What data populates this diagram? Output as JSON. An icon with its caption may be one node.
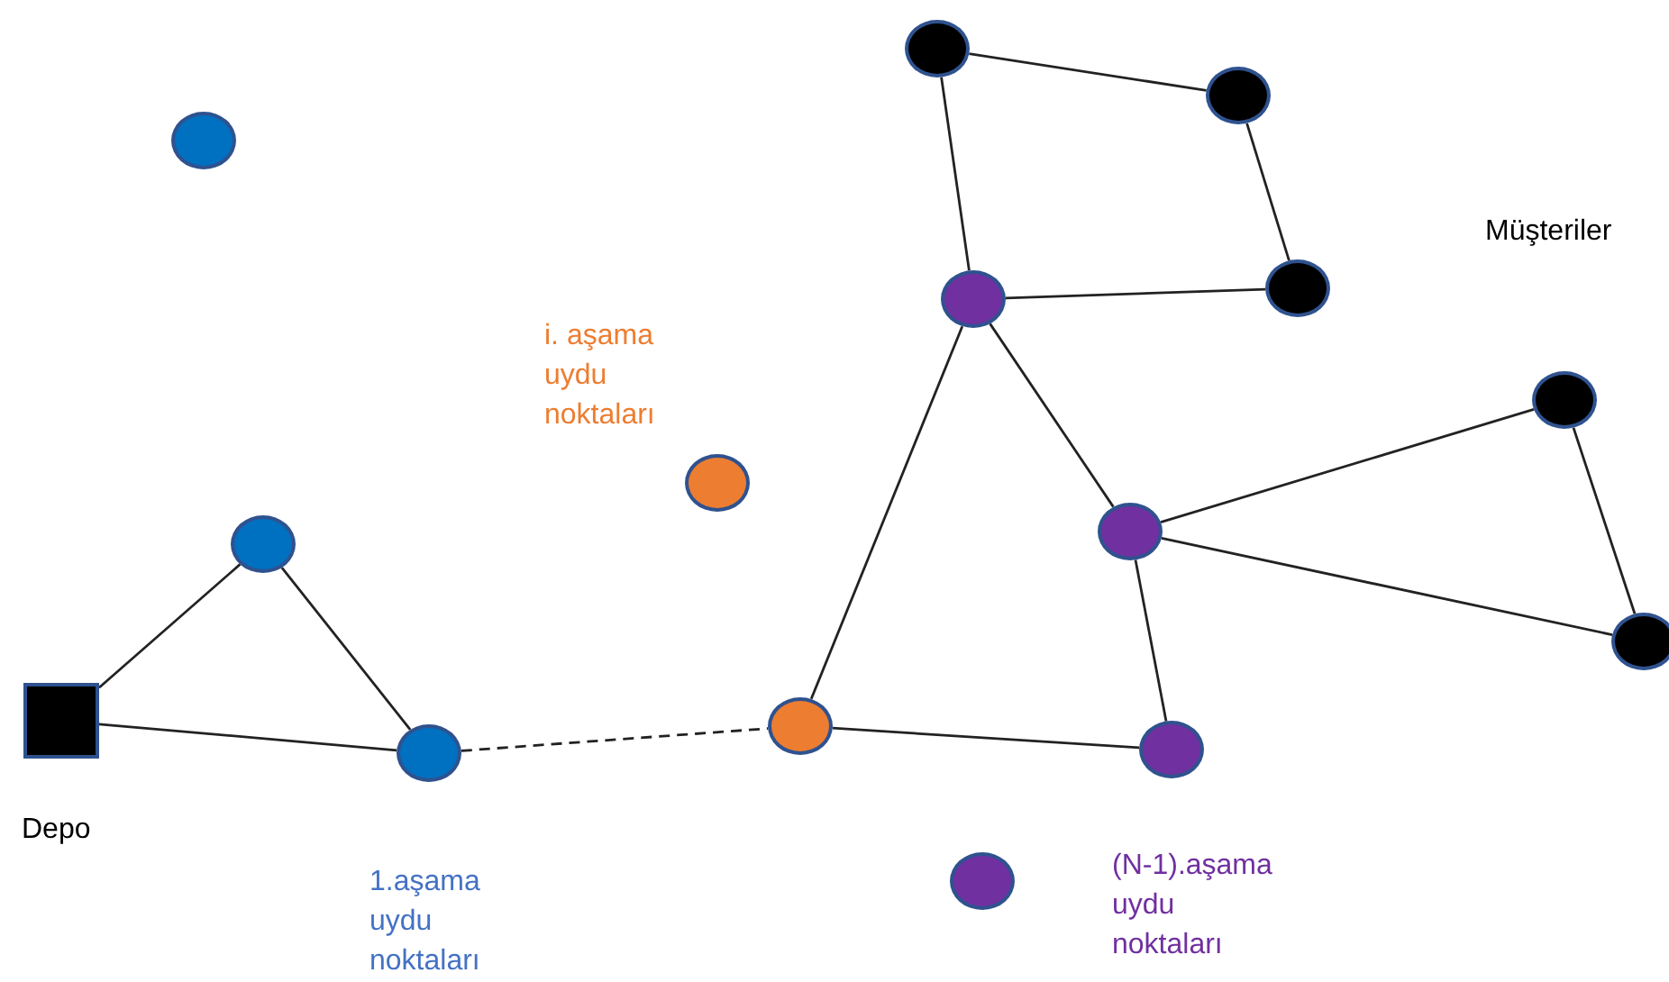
{
  "diagram": {
    "nodes": [
      {
        "text": [],
        "shape": "circle"
      },
      {
        "text": [],
        "shape": "circle"
      },
      {
        "text": [],
        "shape": "circle"
      },
      {
        "text": [],
        "shape": "circle"
      },
      {
        "text": [],
        "shape": "circle"
      },
      {
        "text": [],
        "shape": "circle"
      },
      {
        "text": [],
        "shape": "circle"
      },
      {
        "text": [],
        "shape": "circle"
      },
      {
        "text": [],
        "shape": "circle"
      },
      {
        "text": [],
        "shape": "circle"
      },
      {
        "text": [],
        "shape": "box",
        "beside": [
          "Depo"
        ]
      },
      {
        "text": [],
        "shape": "circle"
      },
      {
        "text": [],
        "shape": "circle"
      },
      {
        "text": [],
        "shape": "circle"
      },
      {
        "text": [],
        "shape": "circle"
      }
    ],
    "edges": [
      {
        "from": 10,
        "to": 8,
        "arrow": "none"
      },
      {
        "from": 8,
        "to": 12,
        "arrow": "none"
      },
      {
        "from": 10,
        "to": 12,
        "arrow": "none"
      },
      {
        "from": 12,
        "to": 11,
        "arrow": "none",
        "style": "dashed"
      },
      {
        "from": 11,
        "to": 4,
        "arrow": "none"
      },
      {
        "from": 11,
        "to": 13,
        "arrow": "none"
      },
      {
        "from": 4,
        "to": 1,
        "arrow": "none"
      },
      {
        "from": 1,
        "to": 2,
        "arrow": "none"
      },
      {
        "from": 2,
        "to": 3,
        "arrow": "none"
      },
      {
        "from": 3,
        "to": 4,
        "arrow": "none"
      },
      {
        "from": 4,
        "to": 7,
        "arrow": "none"
      },
      {
        "from": 7,
        "to": 13,
        "arrow": "none"
      },
      {
        "from": 7,
        "to": 5,
        "arrow": "none"
      },
      {
        "from": 5,
        "to": 9,
        "arrow": "none"
      },
      {
        "from": 9,
        "to": 7,
        "arrow": "none"
      }
    ],
    "labels": [
      "Müşteriler",
      "i. aşama uydu noktaları",
      "1.aşama uydu noktaları",
      "(N-1).aşama uydu noktaları"
    ]
  }
}
